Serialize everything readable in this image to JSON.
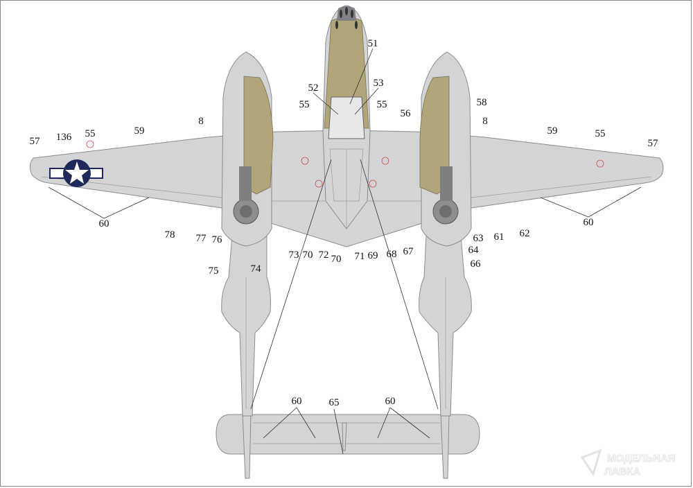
{
  "diagram": {
    "title": "P-38 underside decal placement",
    "colors": {
      "skin": "#d3d4d6",
      "olive_drab": "#b1a57a",
      "insignia_blue": "#1f2a5a",
      "stencil_red": "#d04a4a"
    },
    "labels": [
      "51",
      "52",
      "53",
      "55",
      "55",
      "56",
      "58",
      "8",
      "8",
      "55",
      "136",
      "57",
      "59",
      "59",
      "55",
      "57",
      "60",
      "60",
      "78",
      "77",
      "76",
      "73",
      "70",
      "72",
      "70",
      "71",
      "69",
      "68",
      "67",
      "63",
      "61",
      "62",
      "64",
      "66",
      "74",
      "75",
      "60",
      "65",
      "60"
    ]
  },
  "watermark": {
    "line1": "МОДЕЛЬНАЯ",
    "line2": "ЛАВКА"
  }
}
